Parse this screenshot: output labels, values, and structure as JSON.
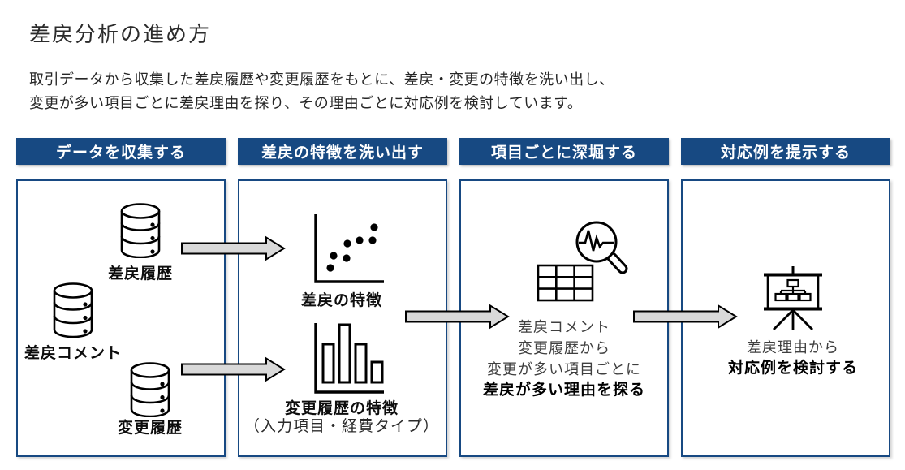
{
  "page": {
    "title": "差戻分析の進め方",
    "description_line1": "取引データから収集した差戻履歴や変更履歴をもとに、差戻・変更の特徴を洗い出し、",
    "description_line2": "変更が多い項目ごとに差戻理由を探り、その理由ごとに対応例を検討しています。"
  },
  "colors": {
    "header_bg": "#174982",
    "box_border": "#174982",
    "arrow_fill": "#D9D9D9",
    "arrow_stroke": "#000000"
  },
  "columns": [
    {
      "header": "データを収集する",
      "items": [
        {
          "icon": "database-icon",
          "label": "差戻履歴"
        },
        {
          "icon": "database-icon",
          "label": "差戻コメント"
        },
        {
          "icon": "database-icon",
          "label": "変更履歴"
        }
      ]
    },
    {
      "header": "差戻の特徴を洗い出す",
      "items": [
        {
          "icon": "scatter-chart-icon",
          "label": "差戻の特徴"
        },
        {
          "icon": "bar-chart-icon",
          "label": "変更履歴の特徴",
          "sublabel": "（入力項目・経費タイプ）"
        }
      ]
    },
    {
      "header": "項目ごとに深堀する",
      "items": [
        {
          "icon": "table-magnifier-icon",
          "lines": [
            "差戻コメント",
            "変更履歴から",
            "変更が多い項目ごとに"
          ],
          "bold_line": "差戻が多い理由を探る"
        }
      ]
    },
    {
      "header": "対応例を提示する",
      "items": [
        {
          "icon": "presentation-orgchart-icon",
          "lines": [
            "差戻理由から"
          ],
          "bold_line": "対応例を検討する"
        }
      ]
    }
  ]
}
